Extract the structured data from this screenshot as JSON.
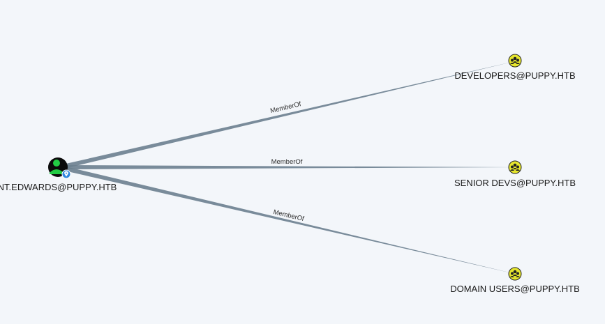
{
  "graph": {
    "source": {
      "label": "NT.EDWARDS@PUPPY.HTB",
      "icon": "user-icon",
      "badge_icon": "owned-marker-icon",
      "color": "#22cc44",
      "badge_color": "#2e86de"
    },
    "targets": [
      {
        "label": "DEVELOPERS@PUPPY.HTB",
        "icon": "group-icon",
        "edge_label": "MemberOf"
      },
      {
        "label": "SENIOR DEVS@PUPPY.HTB",
        "icon": "group-icon",
        "edge_label": "MemberOf"
      },
      {
        "label": "DOMAIN USERS@PUPPY.HTB",
        "icon": "group-icon",
        "edge_label": "MemberOf"
      }
    ],
    "group_color": "#e6e62e",
    "edge_color": "#6b7f8f"
  }
}
